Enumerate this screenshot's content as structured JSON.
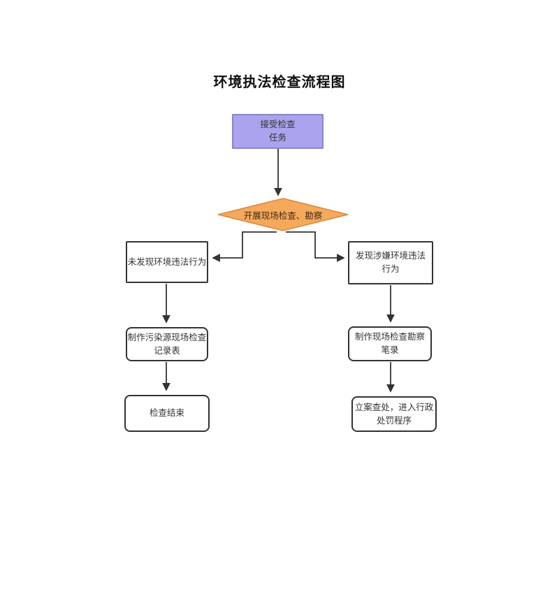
{
  "title": "环境执法检查流程图",
  "nodes": {
    "start": {
      "label": "接受检查\n任务",
      "shape": "rectangle",
      "fill": "#A9A4ED",
      "border": "#8A85CC"
    },
    "decision": {
      "label": "开展现场检查、勘察",
      "shape": "diamond",
      "fill": "#F5A95C",
      "border": "#D9893B"
    },
    "no_violation": {
      "label": "未发现环境违法行为",
      "shape": "rectangle",
      "fill": "#FFFFFF",
      "border": "#333333"
    },
    "violation_found": {
      "label": "发现涉嫌环境违法\n行为",
      "shape": "rectangle",
      "fill": "#FFFFFF",
      "border": "#333333"
    },
    "record_form": {
      "label": "制作污染源现场检查\n记录表",
      "shape": "rounded-rectangle",
      "fill": "#FFFFFF",
      "border": "#333333"
    },
    "survey_notes": {
      "label": "制作现场检查勘察\n笔录",
      "shape": "rounded-rectangle",
      "fill": "#FFFFFF",
      "border": "#333333"
    },
    "inspection_end": {
      "label": "检查结束",
      "shape": "rounded-rectangle",
      "fill": "#FFFFFF",
      "border": "#333333"
    },
    "case_filing": {
      "label": "立案查处，进入行政\n处罚程序",
      "shape": "rounded-rectangle",
      "fill": "#FFFFFF",
      "border": "#333333"
    }
  },
  "edges": [
    {
      "from": "start",
      "to": "decision"
    },
    {
      "from": "decision",
      "to": "no_violation"
    },
    {
      "from": "decision",
      "to": "violation_found"
    },
    {
      "from": "no_violation",
      "to": "record_form"
    },
    {
      "from": "record_form",
      "to": "inspection_end"
    },
    {
      "from": "violation_found",
      "to": "survey_notes"
    },
    {
      "from": "survey_notes",
      "to": "case_filing"
    }
  ],
  "colors": {
    "background": "#FFFFFF",
    "connector": "#333333",
    "text": "#333333",
    "title": "#111111",
    "decision_fill": "#F5A95C",
    "decision_border": "#D9893B",
    "start_fill": "#A9A4ED",
    "start_border": "#8A85CC"
  }
}
